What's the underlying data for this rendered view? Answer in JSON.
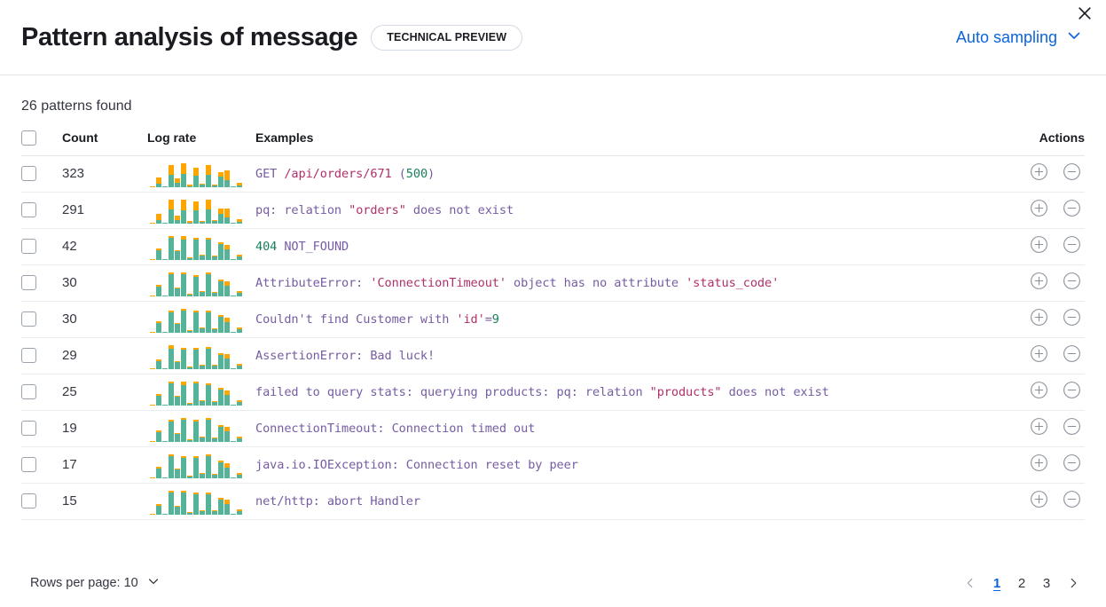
{
  "header": {
    "title": "Pattern analysis of message",
    "badge": "TECHNICAL PREVIEW",
    "sampling_label": "Auto sampling",
    "close_icon": "close-icon",
    "chevron_icon": "chevron-down-icon"
  },
  "summary": {
    "patterns_found": "26 patterns found"
  },
  "table": {
    "columns": [
      "Count",
      "Log rate",
      "Examples",
      "Actions"
    ],
    "rows": [
      {
        "count": "323",
        "example_text": "GET /api/orders/671 (500)",
        "example_tokens": [
          {
            "t": "GET ",
            "c": "plain"
          },
          {
            "t": "/api/orders/671",
            "c": "string"
          },
          {
            "t": " (",
            "c": "plain"
          },
          {
            "t": "500",
            "c": "number"
          },
          {
            "t": ")",
            "c": "plain"
          }
        ],
        "log_rate": {
          "teal": [
            0,
            4,
            1,
            14,
            5,
            15,
            1,
            13,
            3,
            14,
            2,
            12,
            8,
            1,
            2
          ],
          "orange": [
            1,
            7,
            0,
            11,
            5,
            12,
            2,
            9,
            1,
            11,
            1,
            5,
            11,
            0,
            3
          ]
        }
      },
      {
        "count": "291",
        "example_text": "pq: relation \"orders\" does not exist",
        "example_tokens": [
          {
            "t": "pq: relation ",
            "c": "plain"
          },
          {
            "t": "\"orders\"",
            "c": "string"
          },
          {
            "t": " does not exist",
            "c": "plain"
          }
        ],
        "log_rate": {
          "teal": [
            0,
            4,
            1,
            15,
            4,
            14,
            1,
            14,
            2,
            15,
            3,
            11,
            7,
            1,
            2
          ],
          "orange": [
            1,
            7,
            0,
            11,
            5,
            12,
            2,
            10,
            1,
            11,
            1,
            6,
            10,
            0,
            3
          ]
        }
      },
      {
        "count": "42",
        "example_text": "404 NOT_FOUND",
        "example_tokens": [
          {
            "t": "404",
            "c": "number"
          },
          {
            "t": " NOT_FOUND",
            "c": "plain"
          }
        ],
        "log_rate": {
          "teal": [
            0,
            9,
            1,
            20,
            8,
            19,
            2,
            19,
            4,
            19,
            3,
            15,
            10,
            1,
            3
          ],
          "orange": [
            1,
            2,
            0,
            2,
            1,
            3,
            1,
            2,
            1,
            2,
            1,
            2,
            4,
            0,
            2
          ]
        }
      },
      {
        "count": "30",
        "example_text": "AttributeError: 'ConnectionTimeout' object has no attribute 'status_code'",
        "example_tokens": [
          {
            "t": "AttributeError: ",
            "c": "plain"
          },
          {
            "t": "'ConnectionTimeout'",
            "c": "string"
          },
          {
            "t": " object has no attribute ",
            "c": "plain"
          },
          {
            "t": "'status_code'",
            "c": "string"
          }
        ],
        "log_rate": {
          "teal": [
            0,
            9,
            1,
            20,
            7,
            20,
            2,
            18,
            4,
            20,
            3,
            14,
            10,
            1,
            3
          ],
          "orange": [
            1,
            2,
            0,
            2,
            1,
            2,
            1,
            2,
            1,
            2,
            1,
            2,
            4,
            0,
            2
          ]
        }
      },
      {
        "count": "30",
        "example_text": "Couldn't find Customer with 'id'=9",
        "example_tokens": [
          {
            "t": "Couldn't find Customer with ",
            "c": "plain"
          },
          {
            "t": "'id'",
            "c": "string"
          },
          {
            "t": "=",
            "c": "plain"
          },
          {
            "t": "9",
            "c": "number"
          }
        ],
        "log_rate": {
          "teal": [
            0,
            9,
            1,
            19,
            8,
            20,
            2,
            19,
            4,
            19,
            3,
            15,
            10,
            1,
            3
          ],
          "orange": [
            1,
            2,
            0,
            2,
            1,
            2,
            1,
            2,
            1,
            2,
            1,
            2,
            4,
            0,
            2
          ]
        }
      },
      {
        "count": "29",
        "example_text": "AssertionError: Bad luck!",
        "example_tokens": [
          {
            "t": "AssertionError: Bad luck!",
            "c": "plain"
          }
        ],
        "log_rate": {
          "teal": [
            0,
            8,
            1,
            20,
            7,
            19,
            2,
            19,
            3,
            20,
            3,
            14,
            10,
            1,
            3
          ],
          "orange": [
            1,
            2,
            0,
            3,
            1,
            2,
            1,
            2,
            1,
            2,
            1,
            2,
            4,
            0,
            2
          ]
        }
      },
      {
        "count": "25",
        "example_text": "failed to query stats: querying products: pq: relation \"products\" does not exist",
        "example_tokens": [
          {
            "t": "failed to query stats: querying products: pq: relation ",
            "c": "plain"
          },
          {
            "t": "\"products\"",
            "c": "string"
          },
          {
            "t": " does not exist",
            "c": "plain"
          }
        ],
        "log_rate": {
          "teal": [
            0,
            9,
            1,
            20,
            8,
            19,
            2,
            20,
            4,
            19,
            3,
            15,
            10,
            1,
            3
          ],
          "orange": [
            1,
            2,
            0,
            2,
            1,
            3,
            1,
            2,
            1,
            2,
            1,
            2,
            4,
            0,
            2
          ]
        }
      },
      {
        "count": "19",
        "example_text": "ConnectionTimeout: Connection timed out",
        "example_tokens": [
          {
            "t": "ConnectionTimeout: Connection timed out",
            "c": "plain"
          }
        ],
        "log_rate": {
          "teal": [
            0,
            9,
            1,
            19,
            7,
            20,
            2,
            19,
            4,
            20,
            3,
            14,
            10,
            1,
            3
          ],
          "orange": [
            1,
            2,
            0,
            2,
            1,
            2,
            1,
            2,
            1,
            2,
            1,
            2,
            4,
            0,
            2
          ]
        }
      },
      {
        "count": "17",
        "example_text": "java.io.IOException: Connection reset by peer",
        "example_tokens": [
          {
            "t": "java.io.IOException: Connection reset by peer",
            "c": "plain"
          }
        ],
        "log_rate": {
          "teal": [
            0,
            9,
            1,
            20,
            8,
            19,
            2,
            19,
            4,
            20,
            3,
            15,
            10,
            1,
            3
          ],
          "orange": [
            1,
            2,
            0,
            2,
            1,
            2,
            1,
            2,
            1,
            2,
            1,
            2,
            4,
            0,
            2
          ]
        }
      },
      {
        "count": "15",
        "example_text": "net/http: abort Handler",
        "example_tokens": [
          {
            "t": "net/http: abort Handler",
            "c": "plain"
          }
        ],
        "log_rate": {
          "teal": [
            0,
            8,
            1,
            20,
            7,
            20,
            2,
            19,
            3,
            19,
            3,
            14,
            10,
            1,
            3
          ],
          "orange": [
            1,
            2,
            0,
            2,
            1,
            2,
            1,
            2,
            1,
            2,
            1,
            2,
            4,
            0,
            2
          ]
        }
      }
    ],
    "row_actions": {
      "add_icon": "plus-circle-icon",
      "remove_icon": "minus-circle-icon"
    }
  },
  "footer": {
    "rows_per_page_label": "Rows per page: 10",
    "rows_per_page_icon": "chevron-down-icon",
    "prev_icon": "chevron-left-icon",
    "next_icon": "chevron-right-icon",
    "pages": [
      "1",
      "2",
      "3"
    ],
    "active_page": "1"
  },
  "colors": {
    "accent_blue": "#0b64dd",
    "series_teal": "#54b399",
    "series_orange": "#ffa500",
    "code_purple": "#765ca3",
    "code_string": "#b0306a",
    "code_number": "#1a7f5c"
  }
}
